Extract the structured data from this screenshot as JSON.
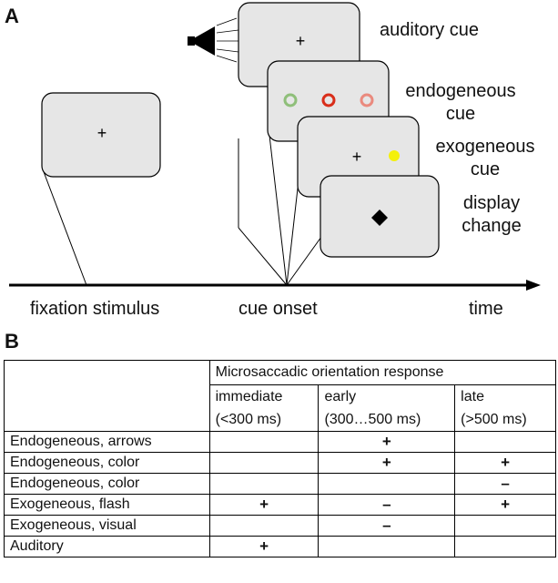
{
  "panel_a": {
    "letter": "A",
    "event_labels": {
      "auditory": "auditory cue",
      "endogeneous_line1": "endogeneous",
      "endogeneous_line2": "cue",
      "exogeneous_line1": "exogeneous",
      "exogeneous_line2": "cue",
      "display_line1": "display",
      "display_line2": "change"
    },
    "timeline_labels": {
      "fixation": "fixation stimulus",
      "cue_onset": "cue onset",
      "time": "time"
    },
    "fixation_symbol": "+",
    "ring_colors": [
      "#8fbf7a",
      "#d92e1a",
      "#ea8a7e"
    ],
    "flash_color": "#f4f00a",
    "screen_fill": "#e6e6e6"
  },
  "panel_b": {
    "letter": "B",
    "group_header": "Microsaccadic orientation response",
    "columns": [
      {
        "name": "immediate",
        "range": "(<300 ms)"
      },
      {
        "name": "early",
        "range": "(300…500 ms)"
      },
      {
        "name": "late",
        "range": "(>500 ms)"
      }
    ],
    "rows": [
      {
        "cue": "Endogeneous, arrows",
        "immediate": "",
        "early": "+",
        "late": ""
      },
      {
        "cue": "Endogeneous, color",
        "immediate": "",
        "early": "+",
        "late": "+"
      },
      {
        "cue": "Endogeneous, color",
        "immediate": "",
        "early": "",
        "late": "–"
      },
      {
        "cue": "Exogeneous, flash",
        "immediate": "+",
        "early": "–",
        "late": "+"
      },
      {
        "cue": "Exogeneous, visual",
        "immediate": "",
        "early": "–",
        "late": ""
      },
      {
        "cue": "Auditory",
        "immediate": "+",
        "early": "",
        "late": ""
      }
    ]
  }
}
